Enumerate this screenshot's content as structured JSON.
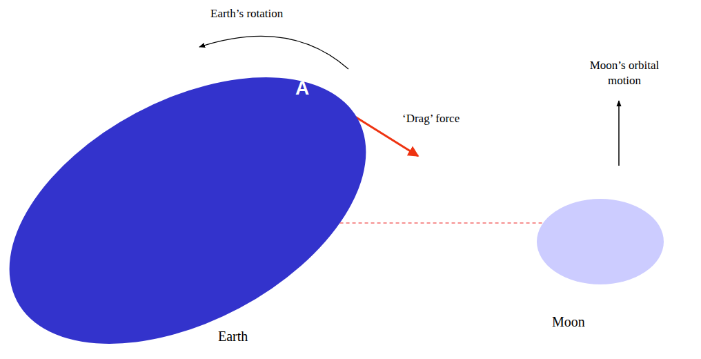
{
  "diagram": {
    "nodes": [
      {
        "text": [
          "Earth"
        ]
      },
      {
        "text": [
          "Moon"
        ]
      }
    ],
    "edges": [
      {
        "from": 0,
        "to": 1,
        "arrow": "none"
      }
    ],
    "labels": [
      "Earth’s rotation",
      "‘Drag’ force",
      "Moon’s orbital motion",
      "A"
    ]
  }
}
